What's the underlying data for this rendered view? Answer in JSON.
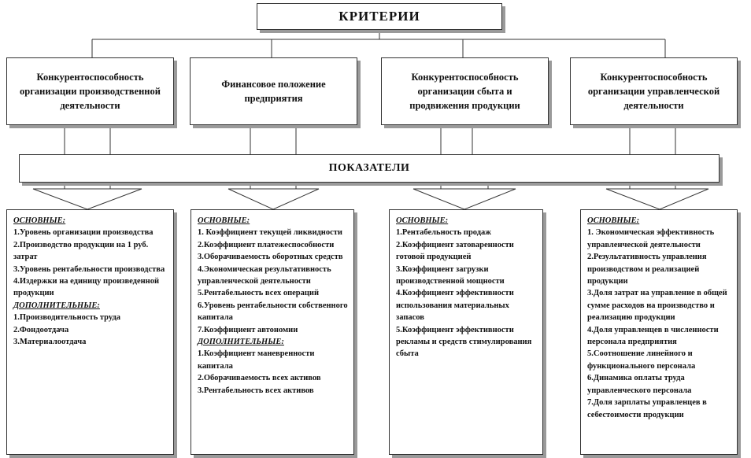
{
  "title": "КРИТЕРИИ",
  "indicators_label": "ПОКАЗАТЕЛИ",
  "criteria": [
    "Конкурентоспособность организации производственной деятельности",
    "Финансовое положение предприятия",
    "Конкурентоспособность организации сбыта и продвижения продукции",
    "Конкурентоспособность организации управленческой деятельности"
  ],
  "details": [
    {
      "main_header": "ОСНОВНЫЕ:",
      "main": [
        "1.Уровень организации производства",
        "2.Производство продукции на 1 руб. затрат",
        "3.Уровень рентабельности производства",
        "4.Издержки на единицу произведенной продукции"
      ],
      "extra_header": "ДОПОЛНИТЕЛЬНЫЕ:",
      "extra": [
        "1.Производительность труда",
        "2.Фондоотдача",
        "3.Материалоотдача"
      ]
    },
    {
      "main_header": "ОСНОВНЫЕ:",
      "main": [
        "1. Коэффициент текущей ликвидности",
        "2.Коэффициент платежеспособности",
        "3.Оборачиваемость оборотных средств",
        "4.Экономическая результативность управленческой деятельности",
        "5.Рентабельность всех операций",
        "6.Уровень рентабельности собственного капитала",
        "7.Коэффициент автономии"
      ],
      "extra_header": "ДОПОЛНИТЕЛЬНЫЕ:",
      "extra": [
        "1.Коэффициент маневренности капитала",
        "2.Оборачиваемость всех активов",
        "3.Рентабельность всех активов"
      ]
    },
    {
      "main_header": "ОСНОВНЫЕ:",
      "main": [
        "1.Рентабельность продаж",
        "2.Коэффициент затоваренности готовой продукцией",
        "3.Коэффициент загрузки производственной мощности",
        "4.Коэффициент эффективности использования материальных запасов",
        "5.Коэффициент эффективности рекламы и средств стимулирования сбыта"
      ],
      "extra_header": "",
      "extra": []
    },
    {
      "main_header": "ОСНОВНЫЕ:",
      "main": [
        "1. Экономическая эффективность управленческой деятельности",
        "2.Результативность управления производством и реализацией продукции",
        "3.Доля затрат на управление в общей сумме расходов на производство и реализацию продукции",
        "4.Доля управленцев в численности персонала предприятия",
        "5.Соотношение линейного и функционального персонала",
        "6.Динамика оплаты труда управленческого персонала",
        "7.Доля зарплаты управленцев в себестоимости продукции"
      ],
      "extra_header": "",
      "extra": []
    }
  ]
}
